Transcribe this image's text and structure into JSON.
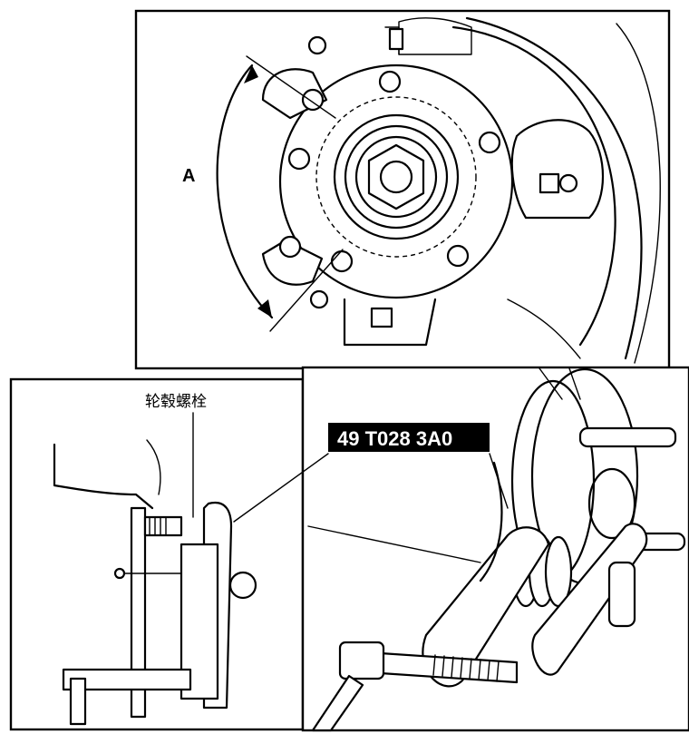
{
  "labels": {
    "angle": "A",
    "bolt": "轮毂螺栓",
    "tool": "49 T028 3A0"
  }
}
